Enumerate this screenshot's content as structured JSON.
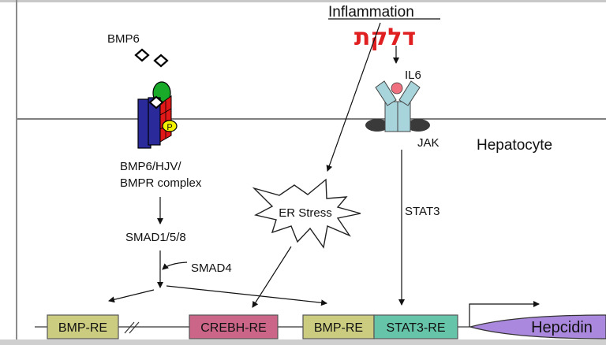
{
  "labels": {
    "bmp6": "BMP6",
    "inflammation": "Inflammation",
    "hebrew": "דלקת",
    "il6": "IL6",
    "jak": "JAK",
    "hepatocyte": "Hepatocyte",
    "complex_line1": "BMP6/HJV/",
    "complex_line2": "BMPR complex",
    "phospho": "P",
    "er_stress": "ER Stress",
    "stat3": "STAT3",
    "smad158": "SMAD1/5/8",
    "smad4": "SMAD4"
  },
  "promoter": {
    "elements": [
      {
        "label": "BMP-RE",
        "color": "#cccc80"
      },
      {
        "label": "CREBH-RE",
        "color": "#cc6688"
      },
      {
        "label": "BMP-RE",
        "color": "#cccc80"
      },
      {
        "label": "STAT3-RE",
        "color": "#66c4a8"
      }
    ],
    "gene": {
      "label": "Hepcidin",
      "color": "#aa88dd"
    }
  },
  "colors": {
    "hebrew_text": "#e02020",
    "receptor_blue": "#2a2a9a",
    "receptor_red": "#e01818",
    "hjv_green": "#1aaa2a",
    "phospho_yellow": "#f2f200",
    "il6_ligand": "#f07080",
    "il6_receptor": "#a8d4dc",
    "jak": "#3a3a3a"
  }
}
